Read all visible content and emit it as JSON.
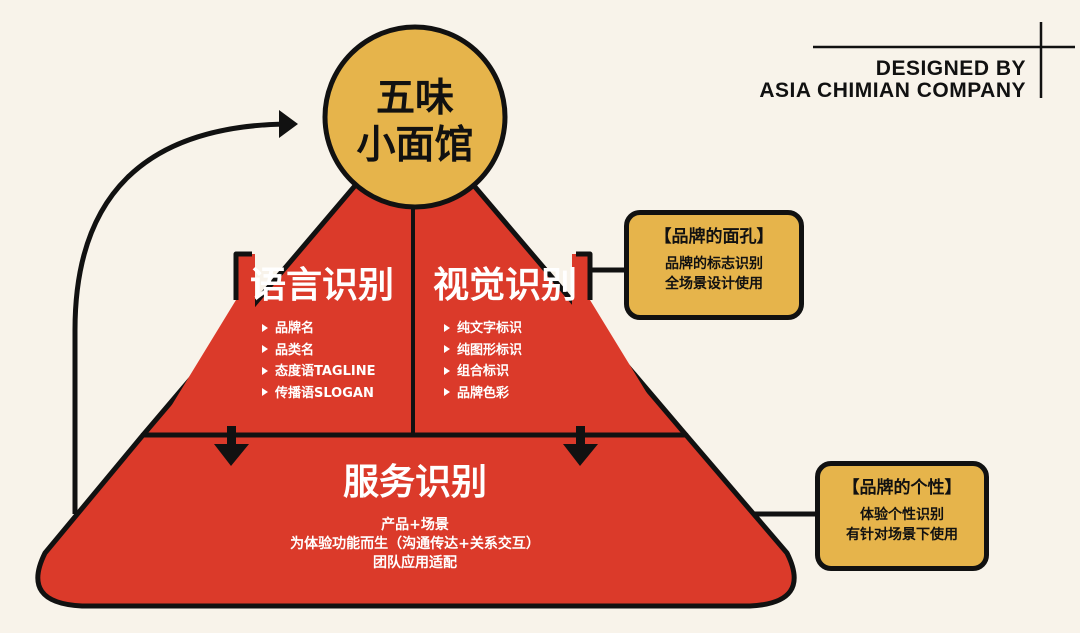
{
  "credit": {
    "line1": "DESIGNED BY",
    "line2": "ASIA CHIMIAN COMPANY"
  },
  "colors": {
    "background": "#f8f3ea",
    "red": "#db3a2a",
    "gold": "#e6b44b",
    "outline": "#111111"
  },
  "top_circle": {
    "line1": "五味",
    "line2": "小面馆"
  },
  "language_identity": {
    "title": "语言识别",
    "items": [
      "品牌名",
      "品类名",
      "态度语TAGLINE",
      "传播语SLOGAN"
    ]
  },
  "visual_identity": {
    "title": "视觉识别",
    "items": [
      "纯文字标识",
      "纯图形标识",
      "组合标识",
      "品牌色彩"
    ]
  },
  "service_identity": {
    "title": "服务识别",
    "lines": [
      "产品+场景",
      "为体验功能而生（沟通传达+关系交互）",
      "团队应用适配"
    ]
  },
  "callout_face": {
    "title": "【品牌的面孔】",
    "lines": [
      "品牌的标志识别",
      "全场景设计使用"
    ]
  },
  "callout_personality": {
    "title": "【品牌的个性】",
    "lines": [
      "体验个性识别",
      "有针对场景下使用"
    ]
  }
}
